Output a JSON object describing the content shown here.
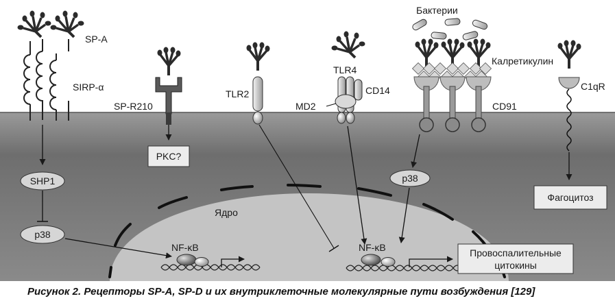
{
  "labels": {
    "sp_a": "SP-A",
    "sirp": "SIRP-α",
    "sp_r210": "SP-R210",
    "tlr2": "TLR2",
    "tlr4": "TLR4",
    "cd14": "CD14",
    "md2": "MD2",
    "bacteria": "Бактерии",
    "calreticulin": "Калретикулин",
    "cd91": "CD91",
    "c1qr": "C1qR",
    "shp1": "SHP1",
    "p38_left": "p38",
    "p38_mid": "p38",
    "pkc": "PKC?",
    "nucleus": "Ядро",
    "nfkb_left": "NF-κB",
    "nfkb_right": "NF-κB",
    "cytokines_line1": "Провоспалительные",
    "cytokines_line2": "цитокины",
    "phagocytosis": "Фагоцитоз"
  },
  "caption": "Рисунок 2. Рецепторы SP-A, SP-D и их внутриклеточные молекулярные пути возбуждения [129]",
  "colors": {
    "membrane_top": "#bdbdbd",
    "cytoplasm": "#777777",
    "nucleus": "#c4c4c4",
    "receptor_dark": "#4a4a4a",
    "receptor_light": "#e2e2e2"
  }
}
